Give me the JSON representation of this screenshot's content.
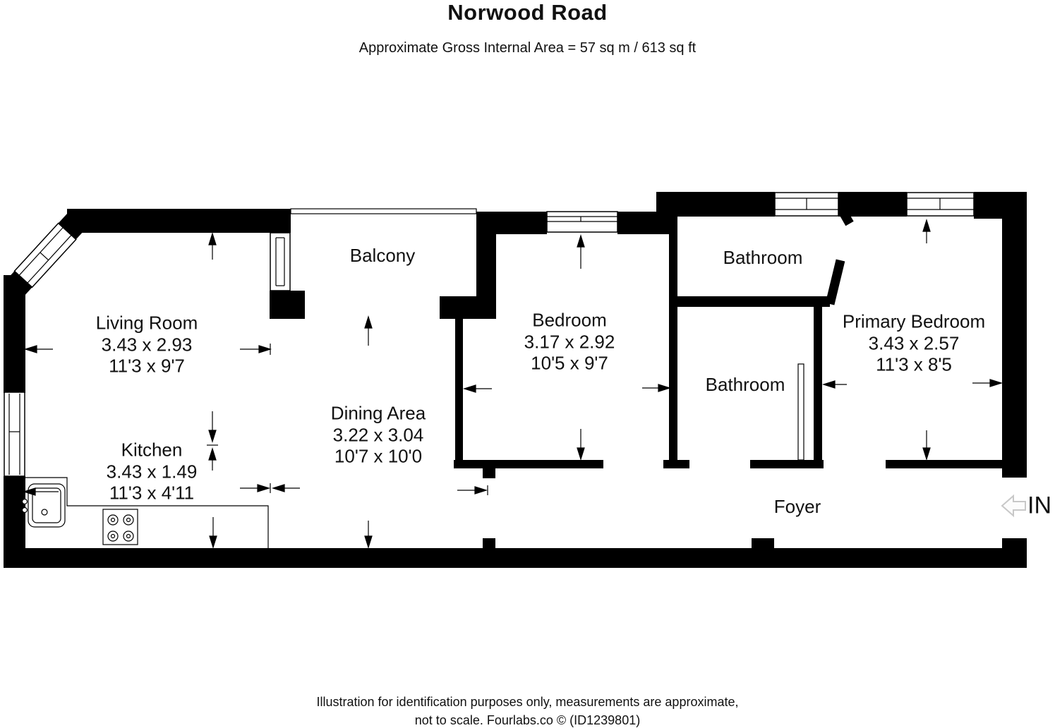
{
  "header": {
    "title": "Norwood Road",
    "subtitle": "Approximate Gross Internal Area = 57 sq m / 613 sq ft"
  },
  "rooms": [
    {
      "name": "Living Room",
      "metric": "3.43 x 2.93",
      "imperial": "11'3 x 9'7"
    },
    {
      "name": "Balcony",
      "metric": "",
      "imperial": ""
    },
    {
      "name": "Kitchen",
      "metric": "3.43 x 1.49",
      "imperial": "11'3 x 4'11"
    },
    {
      "name": "Dining Area",
      "metric": "3.22 x 3.04",
      "imperial": "10'7 x 10'0"
    },
    {
      "name": "Bedroom",
      "metric": "3.17 x 2.92",
      "imperial": "10'5 x 9'7"
    },
    {
      "name": "Bathroom",
      "metric": "",
      "imperial": ""
    },
    {
      "name": "Bathroom",
      "metric": "",
      "imperial": ""
    },
    {
      "name": "Primary Bedroom",
      "metric": "3.43 x 2.57",
      "imperial": "11'3 x 8'5"
    },
    {
      "name": "Foyer",
      "metric": "",
      "imperial": ""
    }
  ],
  "entrance": {
    "label": "IN"
  },
  "footer": {
    "line1": "Illustration for identification purposes only, measurements are approximate,",
    "line2": "not to scale. Fourlabs.co © (ID1239801)"
  },
  "colors": {
    "wall": "#000000",
    "entrance_arrow": "#c8c8c8"
  }
}
